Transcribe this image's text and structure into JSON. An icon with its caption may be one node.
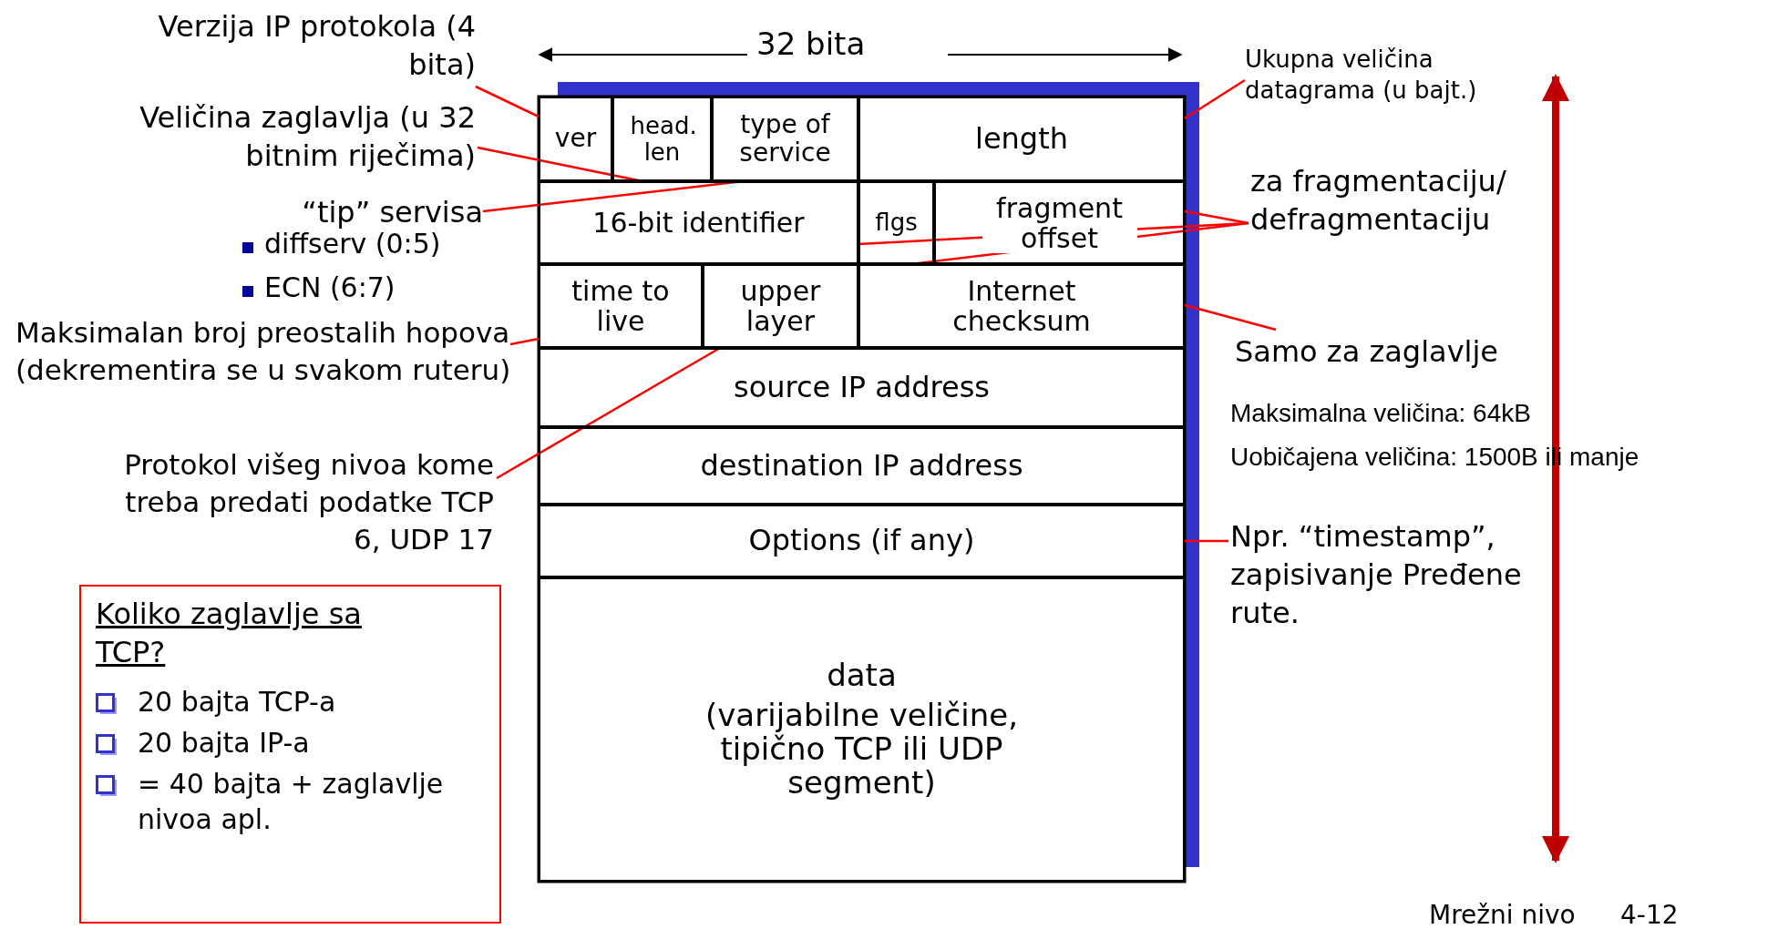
{
  "diagram": {
    "nodes": [
      {
        "text": [
          "ver"
        ]
      },
      {
        "text": [
          "head. len"
        ]
      },
      {
        "text": [
          "type of service"
        ]
      },
      {
        "text": [
          "length"
        ]
      },
      {
        "text": [
          "16-bit identifier"
        ]
      },
      {
        "text": [
          "flgs"
        ]
      },
      {
        "text": [
          "fragment offset"
        ]
      },
      {
        "text": [
          "time to live"
        ]
      },
      {
        "text": [
          "upper layer"
        ]
      },
      {
        "text": [
          "Internet checksum"
        ]
      },
      {
        "text": [
          "source IP address"
        ]
      },
      {
        "text": [
          "destination IP address"
        ]
      },
      {
        "text": [
          "Options (if any)"
        ]
      },
      {
        "text": [
          "data",
          "(varijabilne veličine, tipično TCP ili UDP segment)"
        ]
      },
      {
        "text": [
          "Verzija IP protokola (4 bita)"
        ]
      },
      {
        "text": [
          "Veličina zaglavlja (u 32 bitnim riječima)"
        ]
      },
      {
        "text": [
          "“tip” servisa"
        ]
      },
      {
        "text": [
          "Maksimalan broj preostalih hopova (dekrementira se u svakom ruteru)"
        ]
      },
      {
        "text": [
          "Protokol višeg nivoa kome treba predati podatke TCP 6, UDP 17"
        ]
      },
      {
        "text": [
          "Ukupna veličina datagrama (u bajt.)"
        ]
      },
      {
        "text": [
          "za fragmentaciju/ defragmentaciju"
        ]
      },
      {
        "text": [
          "Samo za zaglavlje"
        ]
      },
      {
        "text": [
          "Npr. “timestamp”, zapisivanje Pređene rute."
        ]
      },
      {
        "text": [
          "Koliko zaglavlje sa TCP?",
          "20 bajta TCP-a",
          "20 bajta IP-a",
          "= 40 bajta + zaglavlje nivoa apl."
        ]
      }
    ],
    "edges": [
      {
        "from": 14,
        "to": 0,
        "arrow": "none"
      },
      {
        "from": 15,
        "to": 1,
        "arrow": "none"
      },
      {
        "from": 16,
        "to": 2,
        "arrow": "none"
      },
      {
        "from": 17,
        "to": 7,
        "arrow": "none"
      },
      {
        "from": 18,
        "to": 8,
        "arrow": "none"
      },
      {
        "from": 19,
        "to": 3,
        "arrow": "none"
      },
      {
        "from": 20,
        "to": 6,
        "arrow": "none"
      },
      {
        "from": 20,
        "to": 4,
        "arrow": "none"
      },
      {
        "from": 20,
        "to": 5,
        "arrow": "none"
      },
      {
        "from": 21,
        "to": 9,
        "arrow": "none"
      },
      {
        "from": 22,
        "to": 12,
        "arrow": "none"
      }
    ],
    "labels": [
      "32 bita",
      "diffserv (0:5)",
      "ECN (6:7)",
      "Maksimalna veličina: 64kB",
      "Uobičajena veličina: 1500B ili manje",
      "Mrežni nivo",
      "4-12"
    ]
  }
}
